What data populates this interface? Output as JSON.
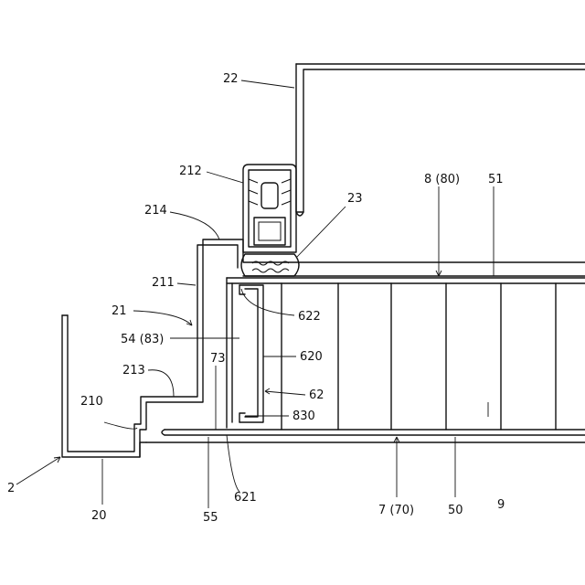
{
  "labels": {
    "l22": "22",
    "l212": "212",
    "l214": "214",
    "l23": "23",
    "l8": "8 (80)",
    "l51": "51",
    "l211": "211",
    "l21": "21",
    "l622": "622",
    "l54": "54 (83)",
    "l73": "73",
    "l620": "620",
    "l213": "213",
    "l62": "62",
    "l210": "210",
    "l830": "830",
    "l2": "2",
    "l20": "20",
    "l621": "621",
    "l55": "55",
    "l7": "7 (70)",
    "l50": "50",
    "l9": "9"
  }
}
